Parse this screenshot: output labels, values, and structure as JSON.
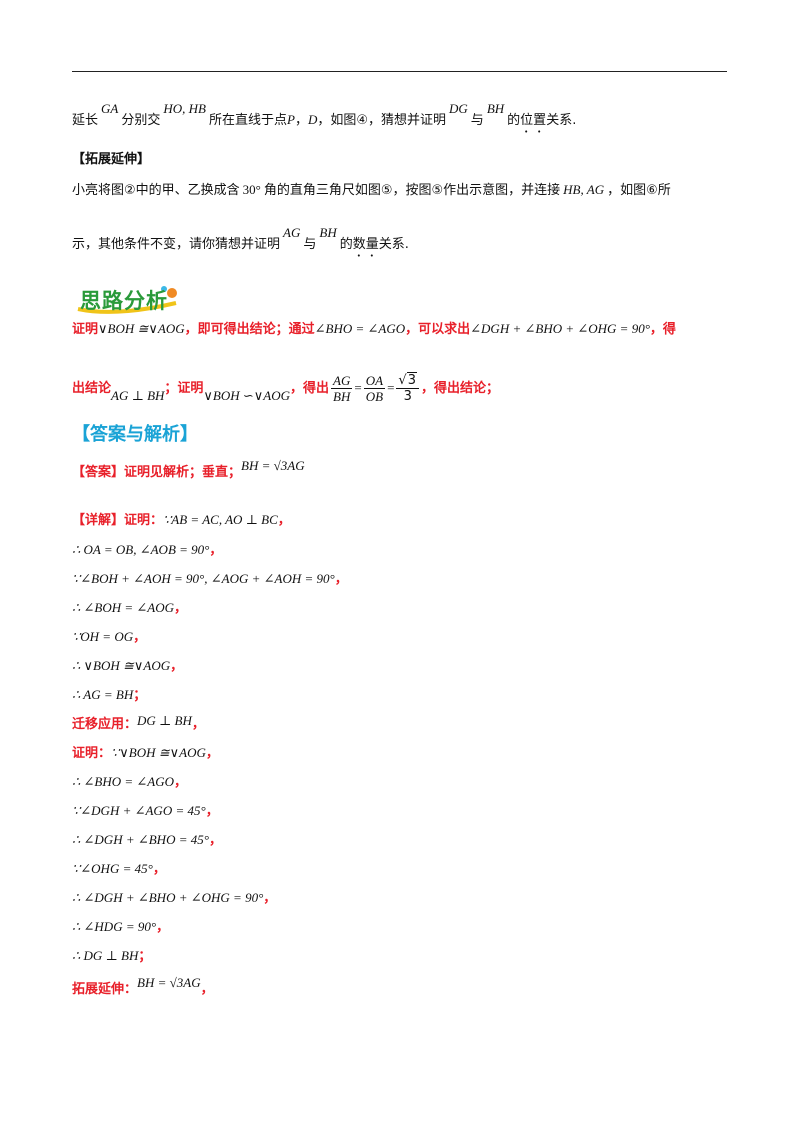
{
  "problem": {
    "line1": {
      "t1": "延长",
      "m1": "GA",
      "t2": "分别交",
      "m2": "HO, HB",
      "t3": "所在直线于点",
      "m3": "P",
      "t4": "，",
      "m4": "D",
      "t5": "，如图④，猜想并证明",
      "m5": "DG",
      "t6": "与",
      "m6": "BH",
      "t7": "的",
      "t8": "位置",
      "t9": "关系."
    },
    "extension_heading": "【拓展延伸】",
    "line2": {
      "t1": "小亮将图②中的甲、乙换成含",
      "m1": "30°",
      "t2": "角的直角三角尺如图⑤，按图⑤作出示意图，并连接",
      "m2": "HB, AG",
      "t3": "，如图⑥所"
    },
    "line3": {
      "t1": "示，其他条件不变，请你猜想并证明",
      "m1": "AG",
      "t2": "与",
      "m2": "BH",
      "t3": "的",
      "t4": "数量",
      "t5": "关系."
    }
  },
  "analysis": {
    "badge": "思路分析",
    "l1": {
      "t1": "证明",
      "m1": "∨BOH ≅∨AOG",
      "t2": "，即可得出结论；通过",
      "m2": "∠BHO = ∠AGO",
      "t3": "，可以求出",
      "m3": "∠DGH + ∠BHO + ∠OHG = 90°",
      "t4": "，得"
    },
    "l2": {
      "t1": "出结论",
      "m1": "AG ⊥ BH",
      "t2": "；证明",
      "m2": "∨BOH ∽∨AOG",
      "t3": "，得出",
      "f1n": "AG",
      "f1d": "BH",
      "eq1": "=",
      "f2n": "OA",
      "f2d": "OB",
      "eq2": "=",
      "f3n": "3",
      "f3d": "3",
      "t4": "，得出结论；"
    }
  },
  "answer": {
    "title": "【答案与解析】",
    "ans_label": "【答案】证明见解析；垂直；",
    "ans_math": "BH = √3AG",
    "detail_label": "【详解】证明：",
    "lines": [
      {
        "m": "∵AB = AC, AO ⊥ BC",
        "p": "，"
      },
      {
        "m": "∴ OA = OB, ∠AOB = 90°",
        "p": "，"
      },
      {
        "m": "∵∠BOH + ∠AOH = 90°, ∠AOG + ∠AOH = 90°",
        "p": "，"
      },
      {
        "m": "∴ ∠BOH = ∠AOG",
        "p": "，"
      },
      {
        "m": "∵OH = OG",
        "p": "，"
      },
      {
        "m": "∴ ∨BOH ≅∨AOG",
        "p": "，"
      },
      {
        "m": "∴ AG = BH",
        "p": "；"
      }
    ],
    "transfer_label": "迁移应用：",
    "transfer_math": "DG ⊥ BH",
    "transfer_p": "，",
    "proof_label": "证明：",
    "proof_first": "∵∨BOH ≅∨AOG",
    "proof_first_p": "，",
    "proof_lines": [
      {
        "m": "∴ ∠BHO = ∠AGO",
        "p": "，"
      },
      {
        "m": "∵∠DGH + ∠AGO = 45°",
        "p": "，"
      },
      {
        "m": "∴ ∠DGH + ∠BHO = 45°",
        "p": "，"
      },
      {
        "m": "∵∠OHG = 45°",
        "p": "，"
      },
      {
        "m": "∴ ∠DGH + ∠BHO + ∠OHG = 90°",
        "p": "，"
      },
      {
        "m": "∴ ∠HDG = 90°",
        "p": "，"
      },
      {
        "m": "∴ DG ⊥ BH",
        "p": "；"
      }
    ],
    "ext_label": "拓展延伸：",
    "ext_math": "BH = √3AG",
    "ext_p": "，"
  },
  "colors": {
    "accent_red": "#e8202a",
    "title_blue": "#1aa3d6",
    "badge_green": "#2a9a3a"
  }
}
